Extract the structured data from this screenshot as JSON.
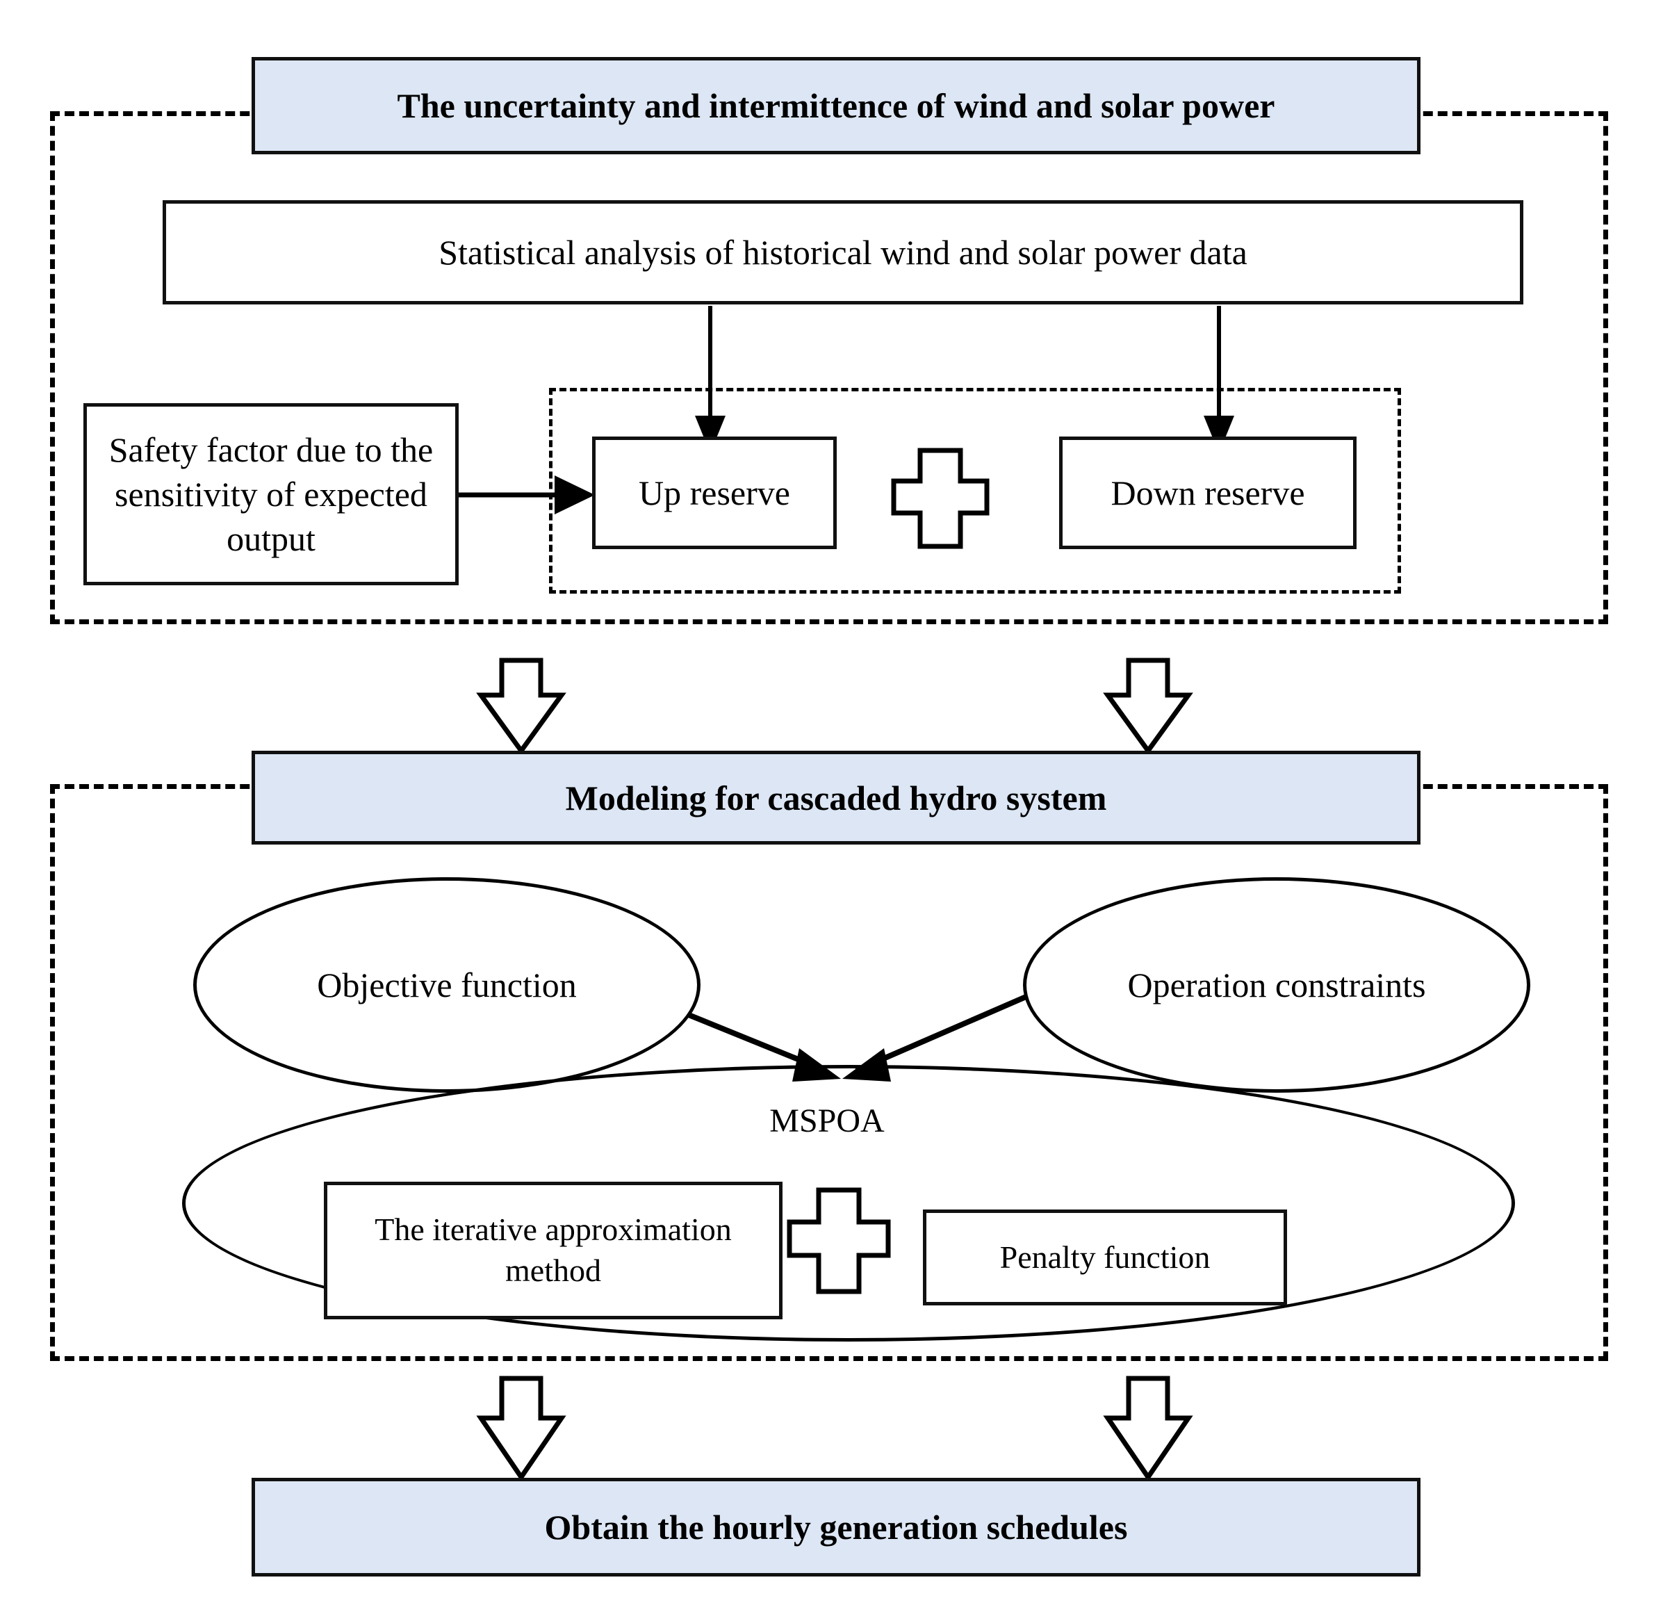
{
  "diagram": {
    "title_top": "The uncertainty and intermittence of wind and solar power",
    "stats_box": "Statistical analysis of historical wind and solar power data",
    "safety_box": "Safety factor due to the sensitivity of expected output",
    "up_reserve": "Up reserve",
    "down_reserve": "Down reserve",
    "plus_reserve": "plus-sign",
    "title_mid": "Modeling for cascaded hydro system",
    "objective": "Objective function",
    "constraints": "Operation constraints",
    "mspoa": "MSPOA",
    "iterative": "The iterative approximation method",
    "penalty": "Penalty function",
    "plus_mspoa": "plus-sign",
    "title_bottom": "Obtain the hourly generation schedules"
  },
  "colors": {
    "band_fill": "#dce6f4",
    "stroke": "#111111",
    "page_bg": "#ffffff"
  },
  "icons": {
    "plus": "plus-icon",
    "block-arrow-down": "block-arrow-down-icon",
    "arrow-down": "arrow-down-icon",
    "arrow-right": "arrow-right-icon"
  }
}
